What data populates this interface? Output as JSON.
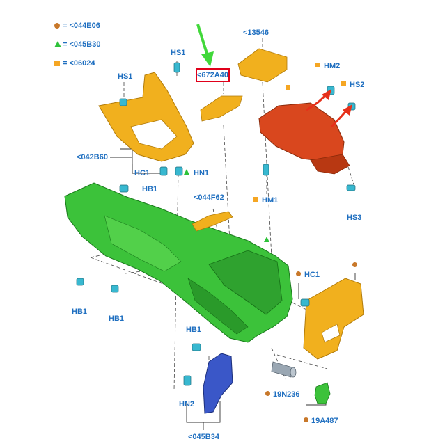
{
  "legend": [
    {
      "symbol": "circle",
      "color": "#c8782a",
      "label": "= <044E06"
    },
    {
      "symbol": "triangle",
      "color": "#2ec23a",
      "label": "= <045B30"
    },
    {
      "symbol": "square",
      "color": "#f5a623",
      "label": "= <06024"
    }
  ],
  "colors": {
    "label_text": "#1f6fc0",
    "callout_border": "#e0001a",
    "arrow_green": "#41d83a",
    "arrow_red": "#e6301a",
    "console_green": "#3cc23a",
    "bracket_yellow": "#f1b01e",
    "armrest_red": "#d9471e",
    "bracket_blue": "#3a57c8",
    "clip_cyan": "#38b8d0"
  },
  "highlighted_part": "<672A40",
  "labels": {
    "hs1_top": "HS1",
    "hs1_left": "HS1",
    "c13546": "<13546",
    "hm2": "HM2",
    "hs2": "HS2",
    "c042b60": "<042B60",
    "hc1_left": "HC1",
    "hn1": "HN1",
    "hb1_upper": "HB1",
    "hm1": "HM1",
    "c044f62": "<044F62",
    "hs3": "HS3",
    "hc1_right": "HC1",
    "hb1_left": "HB1",
    "hb1_mid": "HB1",
    "hb1_lower": "HB1",
    "c19n236": "19N236",
    "hn2": "HN2",
    "c19a487": "19A487",
    "c045b34": "<045B34"
  }
}
